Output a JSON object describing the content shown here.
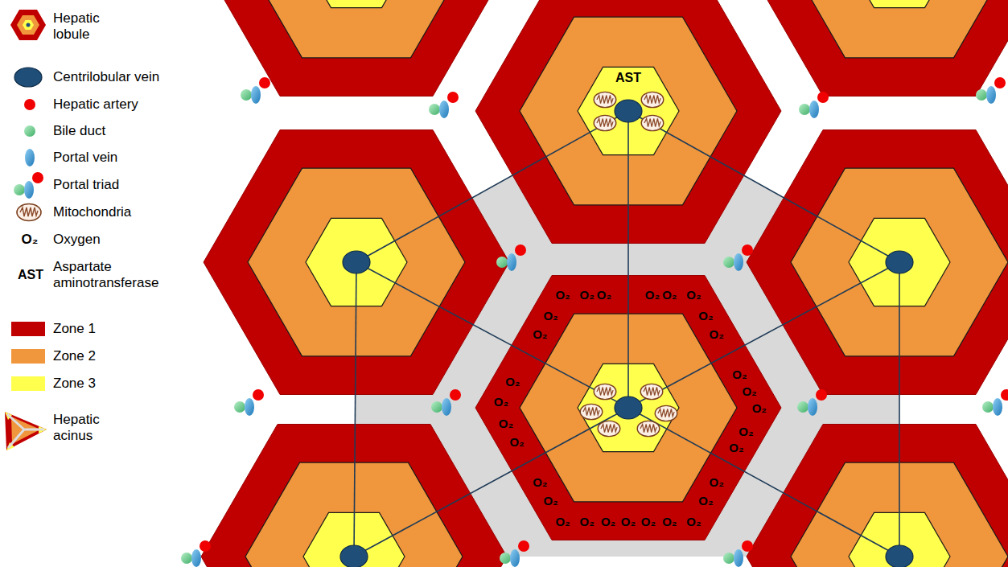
{
  "diagram": {
    "labels": [
      "O₂",
      "AST",
      "AST",
      "O₂",
      "O₂",
      "O₂",
      "O₂",
      "O₂",
      "O₂",
      "O₂",
      "O₂",
      "O₂",
      "O₂",
      "O₂",
      "O₂",
      "O₂",
      "O₂",
      "O₂",
      "O₂",
      "O₂",
      "O₂",
      "O₂",
      "O₂",
      "O₂",
      "O₂",
      "O₂",
      "O₂",
      "O₂",
      "O₂",
      "O₂",
      "O₂",
      "O₂",
      "O₂"
    ],
    "legend": [
      {
        "text": "Hepatic lobule"
      },
      {
        "text": "Centrilobular vein"
      },
      {
        "text": "Hepatic artery"
      },
      {
        "text": "Bile duct"
      },
      {
        "text": "Portal vein"
      },
      {
        "text": "Portal triad"
      },
      {
        "text": "Mitochondria"
      },
      {
        "text": "Oxygen"
      },
      {
        "text": "Aspartate aminotransferase"
      },
      {
        "text": "Zone 1",
        "color": "#c00000"
      },
      {
        "text": "Zone 2",
        "color": "#f0963c"
      },
      {
        "text": "Zone 3",
        "color": "#ffff4d"
      },
      {
        "text": "Hepatic acinus"
      }
    ]
  }
}
